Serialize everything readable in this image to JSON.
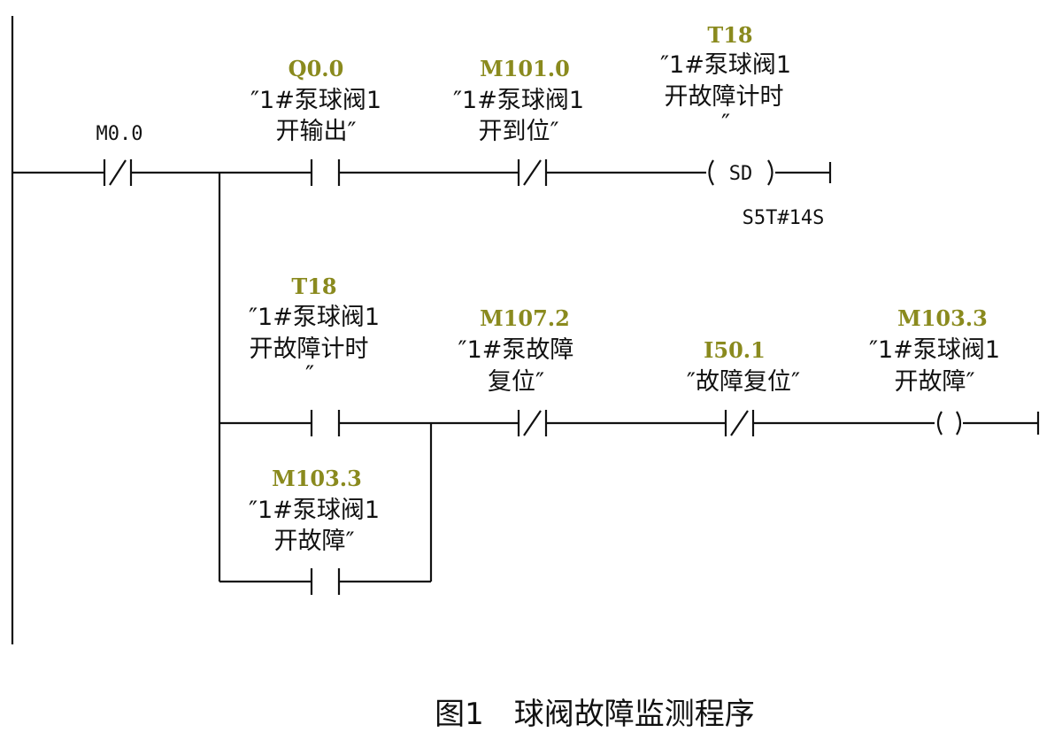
{
  "network": {
    "m00": {
      "address": "M0.0"
    },
    "q00": {
      "address": "Q0.0",
      "line1": "″1#泵球阀1",
      "line2": "开输出″"
    },
    "m1010": {
      "address": "M101.0",
      "line1": "″1#泵球阀1",
      "line2": "开到位″"
    },
    "t18_coil": {
      "address": "T18",
      "line1": "″1#泵球阀1",
      "line2": "开故障计时",
      "line3": "″",
      "coil_label": "SD",
      "preset": "S5T#14S"
    },
    "t18_contact": {
      "address": "T18",
      "line1": "″1#泵球阀1",
      "line2": "开故障计时",
      "line3": "″"
    },
    "m1072": {
      "address": "M107.2",
      "line1": "″1#泵故障",
      "line2": "复位″"
    },
    "i501": {
      "address": "I50.1",
      "line1": "″故障复位″"
    },
    "m1033_coil": {
      "address": "M103.3",
      "line1": "″1#泵球阀1",
      "line2": "开故障″",
      "coil_label": "( )"
    },
    "m1033_contact": {
      "address": "M103.3",
      "line1": "″1#泵球阀1",
      "line2": "开故障″"
    }
  },
  "caption": "图1　球阀故障监测程序"
}
